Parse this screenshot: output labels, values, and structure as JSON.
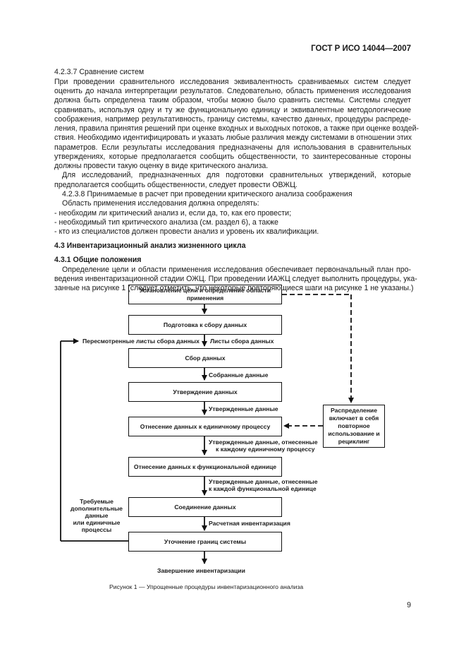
{
  "header": "ГОСТ Р ИСО 14044—2007",
  "lines": [
    "4.2.3.7 Сравнение систем",
    "При проведении сравнительного исследования эквивалентность сравниваемых систем следует",
    "оценить до начала интерпретации результатов. Следовательно, область применения исследования",
    "должна быть определена таким образом, чтобы можно было сравнить системы. Системы следует",
    "сравнивать, используя одну и ту же функциональную единицу и эквивалентные методологические",
    "соображения, например результативность, границу системы, качество данных, процедуры распреде-",
    "ления, правила принятия решений при оценке входных и выходных потоков, а также при оценке воздей-",
    "ствия. Необходимо идентифицировать и указать любые различия между системами в отношении этих",
    "параметров. Если результаты исследования предназначены для использования в сравнительных",
    "утверждениях, которые предполагается сообщить общественности, то заинтересованные стороны",
    "должны провести такую оценку в виде критического анализа.",
    "Для исследований, предназначенных для подготовки сравнительных утверждений, которые",
    "предполагается сообщить общественности, следует провести ОВЖЦ.",
    "4.2.3.8 Принимаемые в расчет при проведении критического анализа соображения",
    "Область применения исследования должна определять:",
    "- необходим ли критический анализ и, если да, то, как его провести;",
    "- необходимый тип критического анализа (см. раздел 6), а также",
    "- кто из специалистов должен провести анализ и уровень их квалификации.",
    "4.3 Инвентаризационный анализ жизненного цикла",
    "4.3.1 Общие положения",
    "Определение цели и области применения исследования обеспечивает первоначальный план про-",
    "ведения инвентаризационной стадии ОЖЦ. При проведении ИАЖЦ следует выполнить процедуры, ука-",
    "занные на рисунке 1 (следует отметить, что некоторые повторяющиеся шаги на рисунке 1 не указаны.)"
  ],
  "flow": {
    "box1": "Установление цели и определение области применения",
    "box2": "Подготовка к сбору данных",
    "lbl_left": "Пересмотренные листы сбора данных",
    "lbl_right": "Листы сбора данных",
    "box3": "Сбор данных",
    "lbl_collected": "Собранные данные",
    "box4": "Утверждение данных",
    "lbl_validated": "Утвержденные данные",
    "box5": "Отнесение данных к единичному процессу",
    "lbl_unit1": "Утвержденные данные, отнесенные",
    "lbl_unit2": "к каждому единичному процессу",
    "box6": "Отнесение данных к функциональной единице",
    "lbl_func1": "Утвержденные данные, отнесенные",
    "lbl_func2": "к каждой функциональной единице",
    "box7": "Соединение данных",
    "lbl_calc": "Расчетная инвентаризация",
    "box8": "Уточнение границ системы",
    "side1": "Требуемые",
    "side2": "дополнительные",
    "side3": "данные",
    "side4": "или единичные",
    "side5": "процессы",
    "alloc": "Распределение включает в себя повторное использование и рециклинг",
    "end": "Завершение инвентаризации"
  },
  "caption": "Рисунок 1 — Упрощенные процедуры инвентаризационного анализа",
  "page_number": "9"
}
